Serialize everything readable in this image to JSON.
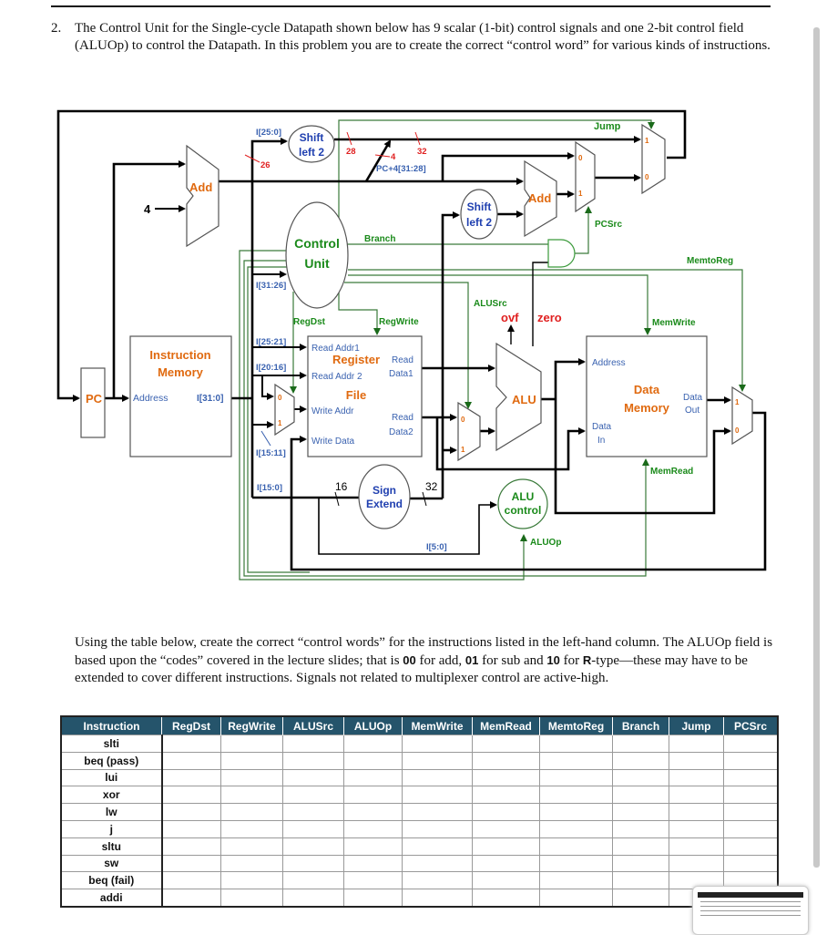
{
  "question": {
    "number": "2.",
    "text": "The Control Unit for the Single-cycle Datapath shown below has 9 scalar (1-bit) control signals and one 2-bit control field (ALUOp) to control the Datapath. In this problem you are to create the correct “control word” for various kinds of instructions."
  },
  "diagram": {
    "colors": {
      "wire": "#000000",
      "control": "#1a8a1a",
      "unit_label": "#e06a10",
      "blue_label": "#3a62b0",
      "bits": "#e02020"
    },
    "pc": "PC",
    "add1": "Add",
    "four": "4",
    "imem1": "Instruction",
    "imem2": "Memory",
    "imem_addr": "Address",
    "imem_out": "I[31:0]",
    "i25_0": "I[25:0]",
    "w26": "26",
    "shift1a": "Shift",
    "shift1b": "left 2",
    "w28": "28",
    "w32": "32",
    "w4": "4",
    "pc4": "PC+4[31:28]",
    "jump": "Jump",
    "mux_jump_1": "1",
    "mux_jump_0": "0",
    "mux_pcsrc_0": "0",
    "mux_pcsrc_1": "1",
    "add2": "Add",
    "shift2a": "Shift",
    "shift2b": "left 2",
    "pcsrc": "PCSrc",
    "cu1": "Control",
    "cu2": "Unit",
    "branch": "Branch",
    "memtoreg": "MemtoReg",
    "i31_26": "I[31:26]",
    "alusrc": "ALUSrc",
    "ovf": "ovf",
    "zero": "zero",
    "regdst": "RegDst",
    "regwrite": "RegWrite",
    "memwrite": "MemWrite",
    "i25_21": "I[25:21]",
    "i20_16": "I[20:16]",
    "i15_11": "I[15:11]",
    "i15_0": "I[15:0]",
    "rf_ra1": "Read Addr1",
    "rf_ra2": "Read Addr 2",
    "rf_t1": "Register",
    "rf_t2": "File",
    "rf_wa": "Write Addr",
    "rf_wd": "Write Data",
    "rf_rd1a": "Read",
    "rf_rd1b": "Data1",
    "rf_rd2a": "Read",
    "rf_rd2b": "Data2",
    "mux_rd_0": "0",
    "mux_rd_1": "1",
    "mux_as_0": "0",
    "mux_as_1": "1",
    "alu": "ALU",
    "w16": "16",
    "w32b": "32",
    "se1": "Sign",
    "se2": "Extend",
    "aluc1": "ALU",
    "aluc2": "control",
    "i5_0": "I[5:0]",
    "aluop": "ALUOp",
    "dm_addr": "Address",
    "dm1": "Data",
    "dm2": "Memory",
    "dm_in1": "Data",
    "dm_in2": "In",
    "dm_out1": "Data",
    "dm_out2": "Out",
    "mux_m_1": "1",
    "mux_m_0": "0",
    "memread": "MemRead"
  },
  "instructions_para": {
    "t1": "Using the table below, create the correct “control words” for the instructions listed in the left-hand column. The ALUOp field is based upon the “codes” covered in the lecture slides; that is ",
    "b1": "00",
    "t2": " for add, ",
    "b2": "01",
    "t3": " for sub and ",
    "b3": "10",
    "t4": " for ",
    "b4": "R",
    "t5": "-type—these may have to be extended to cover different instructions. Signals not related to multiplexer control are active-high."
  },
  "table": {
    "header_color": "#25546b",
    "columns": [
      "Instruction",
      "RegDst",
      "RegWrite",
      "ALUSrc",
      "ALUOp",
      "MemWrite",
      "MemRead",
      "MemtoReg",
      "Branch",
      "Jump",
      "PCSrc"
    ],
    "rows": [
      "slti",
      "beq (pass)",
      "lui",
      "xor",
      "lw",
      "j",
      "sltu",
      "sw",
      "beq (fail)",
      "addi"
    ]
  }
}
